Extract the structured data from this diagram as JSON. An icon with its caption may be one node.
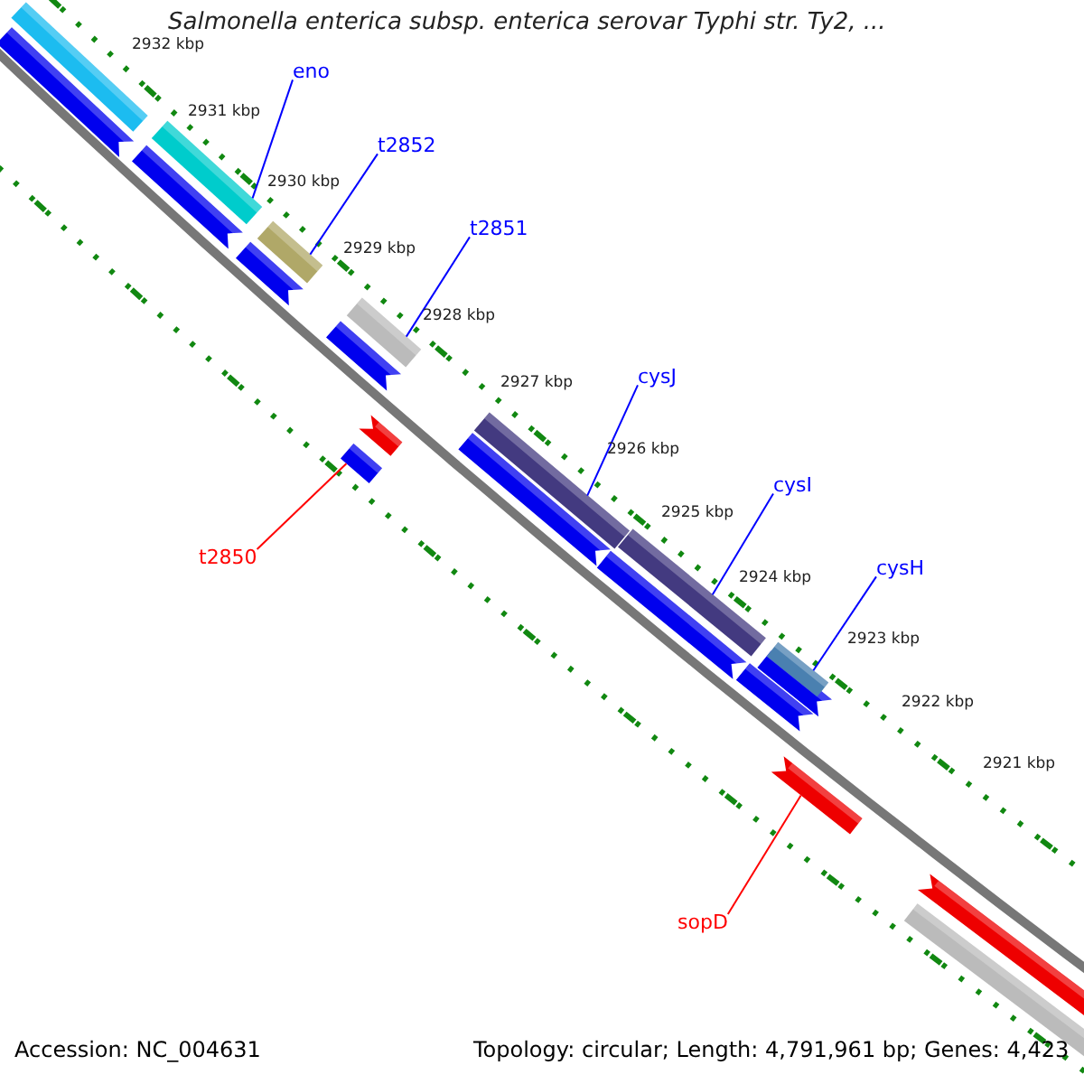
{
  "diagram": {
    "title": "Salmonella enterica subsp. enterica serovar Typhi str. Ty2, ...",
    "nodes": [
      {
        "text": [
          "eno"
        ]
      },
      {
        "text": [],
        "shape": "bar"
      },
      {
        "text": [
          "t2852"
        ]
      },
      {
        "text": [],
        "shape": "bar"
      },
      {
        "text": [
          "t2851"
        ]
      },
      {
        "text": [],
        "shape": "bar"
      },
      {
        "text": [
          "cysJ"
        ]
      },
      {
        "text": [],
        "shape": "bar"
      },
      {
        "text": [
          "cysI"
        ]
      },
      {
        "text": [],
        "shape": "bar"
      },
      {
        "text": [
          "cysH"
        ]
      },
      {
        "text": [],
        "shape": "bar"
      },
      {
        "text": [
          "t2850"
        ]
      },
      {
        "text": [],
        "shape": "bar"
      },
      {
        "text": [
          "sopD"
        ]
      },
      {
        "text": [],
        "shape": "bar"
      }
    ],
    "edges": [
      {
        "from": 0,
        "to": 1,
        "arrow": "none"
      },
      {
        "from": 2,
        "to": 3,
        "arrow": "none"
      },
      {
        "from": 4,
        "to": 5,
        "arrow": "none"
      },
      {
        "from": 6,
        "to": 7,
        "arrow": "none"
      },
      {
        "from": 8,
        "to": 9,
        "arrow": "none"
      },
      {
        "from": 10,
        "to": 11,
        "arrow": "none"
      },
      {
        "from": 12,
        "to": 13,
        "arrow": "none",
        "color": "#ff0000"
      },
      {
        "from": 14,
        "to": 15,
        "arrow": "none",
        "color": "#ff0000"
      }
    ],
    "labels": [
      "2932 kbp",
      "2931 kbp",
      "2930 kbp",
      "2929 kbp",
      "2928 kbp",
      "2927 kbp",
      "2926 kbp",
      "2925 kbp",
      "2924 kbp",
      "2923 kbp",
      "2922 kbp",
      "2921 kbp",
      "Accession: NC_004631",
      "Topology: circular; Length: 4,791,961 bp; Genes: 4,423"
    ]
  }
}
